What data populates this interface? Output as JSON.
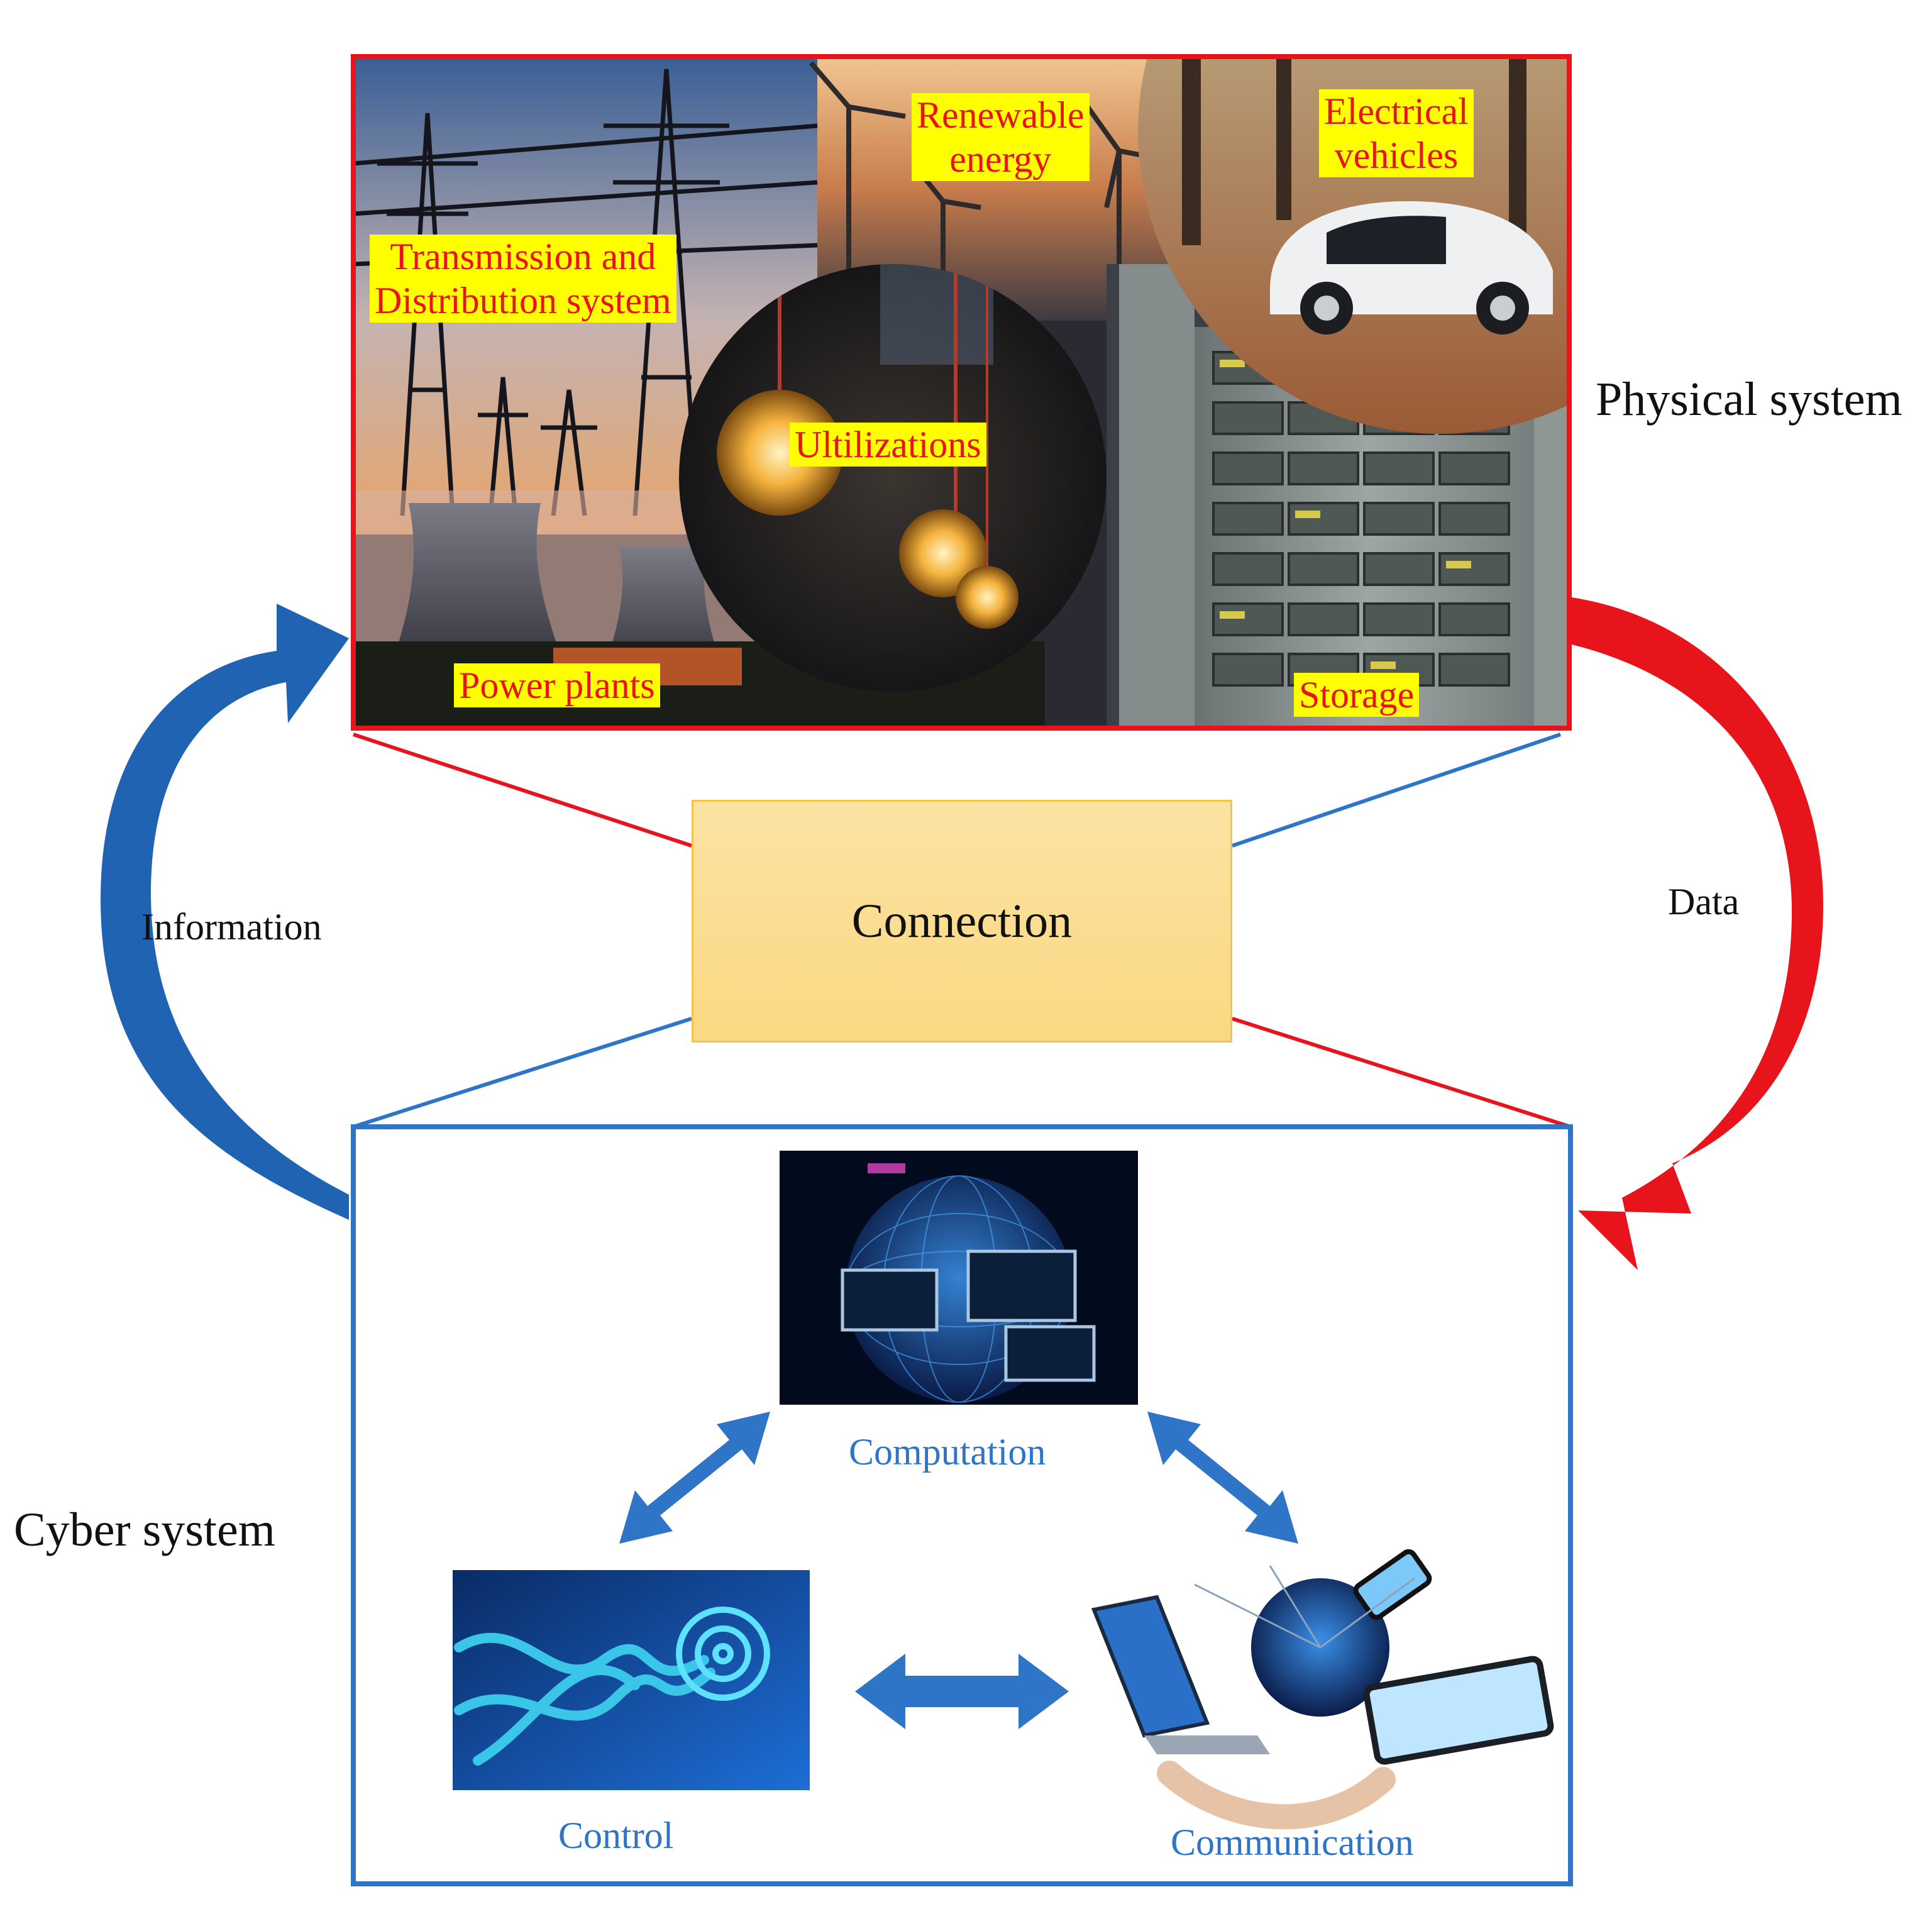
{
  "physical_system": {
    "title": "Physical system",
    "labels": {
      "renewable": "Renewable\nenergy",
      "ev": "Electrical\nvehicles",
      "transmission": "Transmission and\nDistribution system",
      "utilizations": "Ultilizations",
      "power_plants": "Power plants",
      "storage": "Storage"
    }
  },
  "connection": {
    "label": "Connection"
  },
  "flows": {
    "information": "Information",
    "data": "Data"
  },
  "cyber_system": {
    "title": "Cyber system",
    "computation": "Computation",
    "control": "Control",
    "communication": "Communication"
  },
  "colors": {
    "physical_border": "#e8141b",
    "cyber_border": "#2e75c8",
    "info_arrow": "#1f63b2",
    "data_arrow": "#e8141b",
    "label_bg": "#ffff00",
    "connection_fill": "#fbd882"
  }
}
